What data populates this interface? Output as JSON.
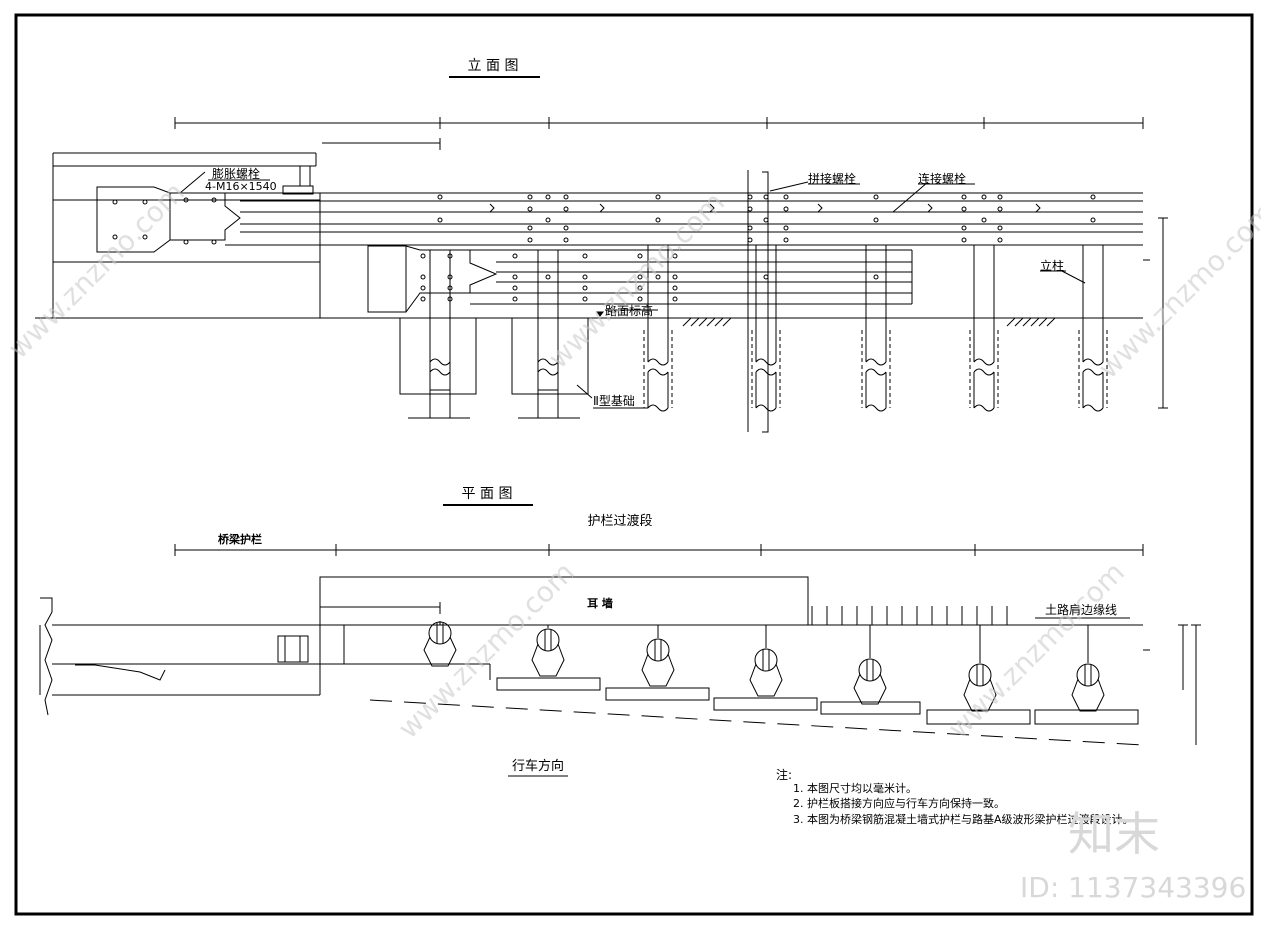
{
  "elevation": {
    "title": "立 面 图",
    "labels": {
      "expansion_bolt": "膨胀螺栓",
      "expansion_bolt_spec": "4-M16×1540",
      "splice_bolt": "拼接螺栓",
      "connect_bolt": "连接螺栓",
      "post": "立柱",
      "road_level": "路面标高",
      "foundation": "Ⅱ型基础"
    }
  },
  "plan": {
    "title": "平 面 图",
    "transition": "护栏过渡段",
    "bridge_barrier": "桥梁护栏",
    "ear_wall": "耳 墙",
    "shoulder_line": "土路肩边缘线",
    "direction": "行车方向"
  },
  "notes": {
    "heading": "注:",
    "items": [
      "1.  本图尺寸均以毫米计。",
      "2.  护栏板搭接方向应与行车方向保持一致。",
      "3.  本图为桥梁钢筋混凝土墙式护栏与路基A级波形梁护栏过渡段设计。"
    ]
  },
  "watermark": {
    "site": "www.znzmo.com",
    "brand": "知末",
    "id_label": "ID: 1137343396"
  }
}
